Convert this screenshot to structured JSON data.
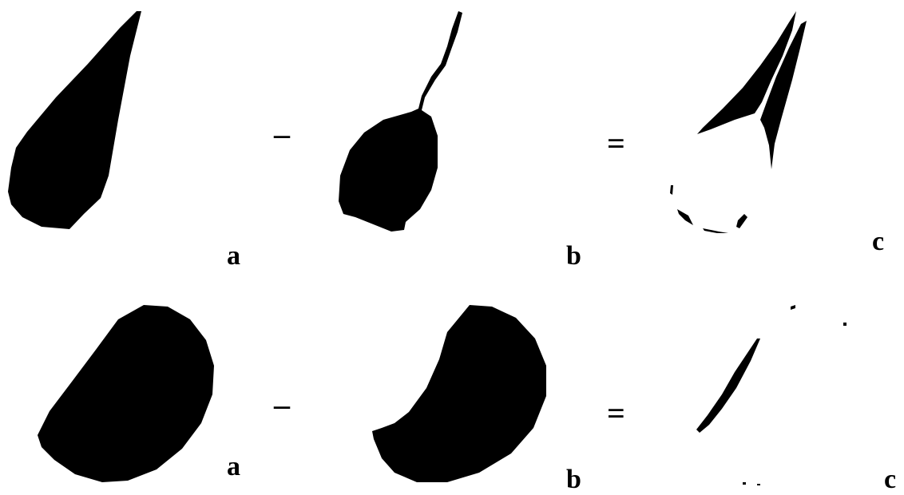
{
  "row1": {
    "label_a": "a",
    "label_b": "b",
    "label_c": "c",
    "minus": "–",
    "equals": "="
  },
  "row2": {
    "label_a": "a",
    "label_b": "b",
    "label_c": "c",
    "minus": "–",
    "equals": "="
  },
  "colors": {
    "shape": "#000000",
    "background": "#ffffff"
  }
}
